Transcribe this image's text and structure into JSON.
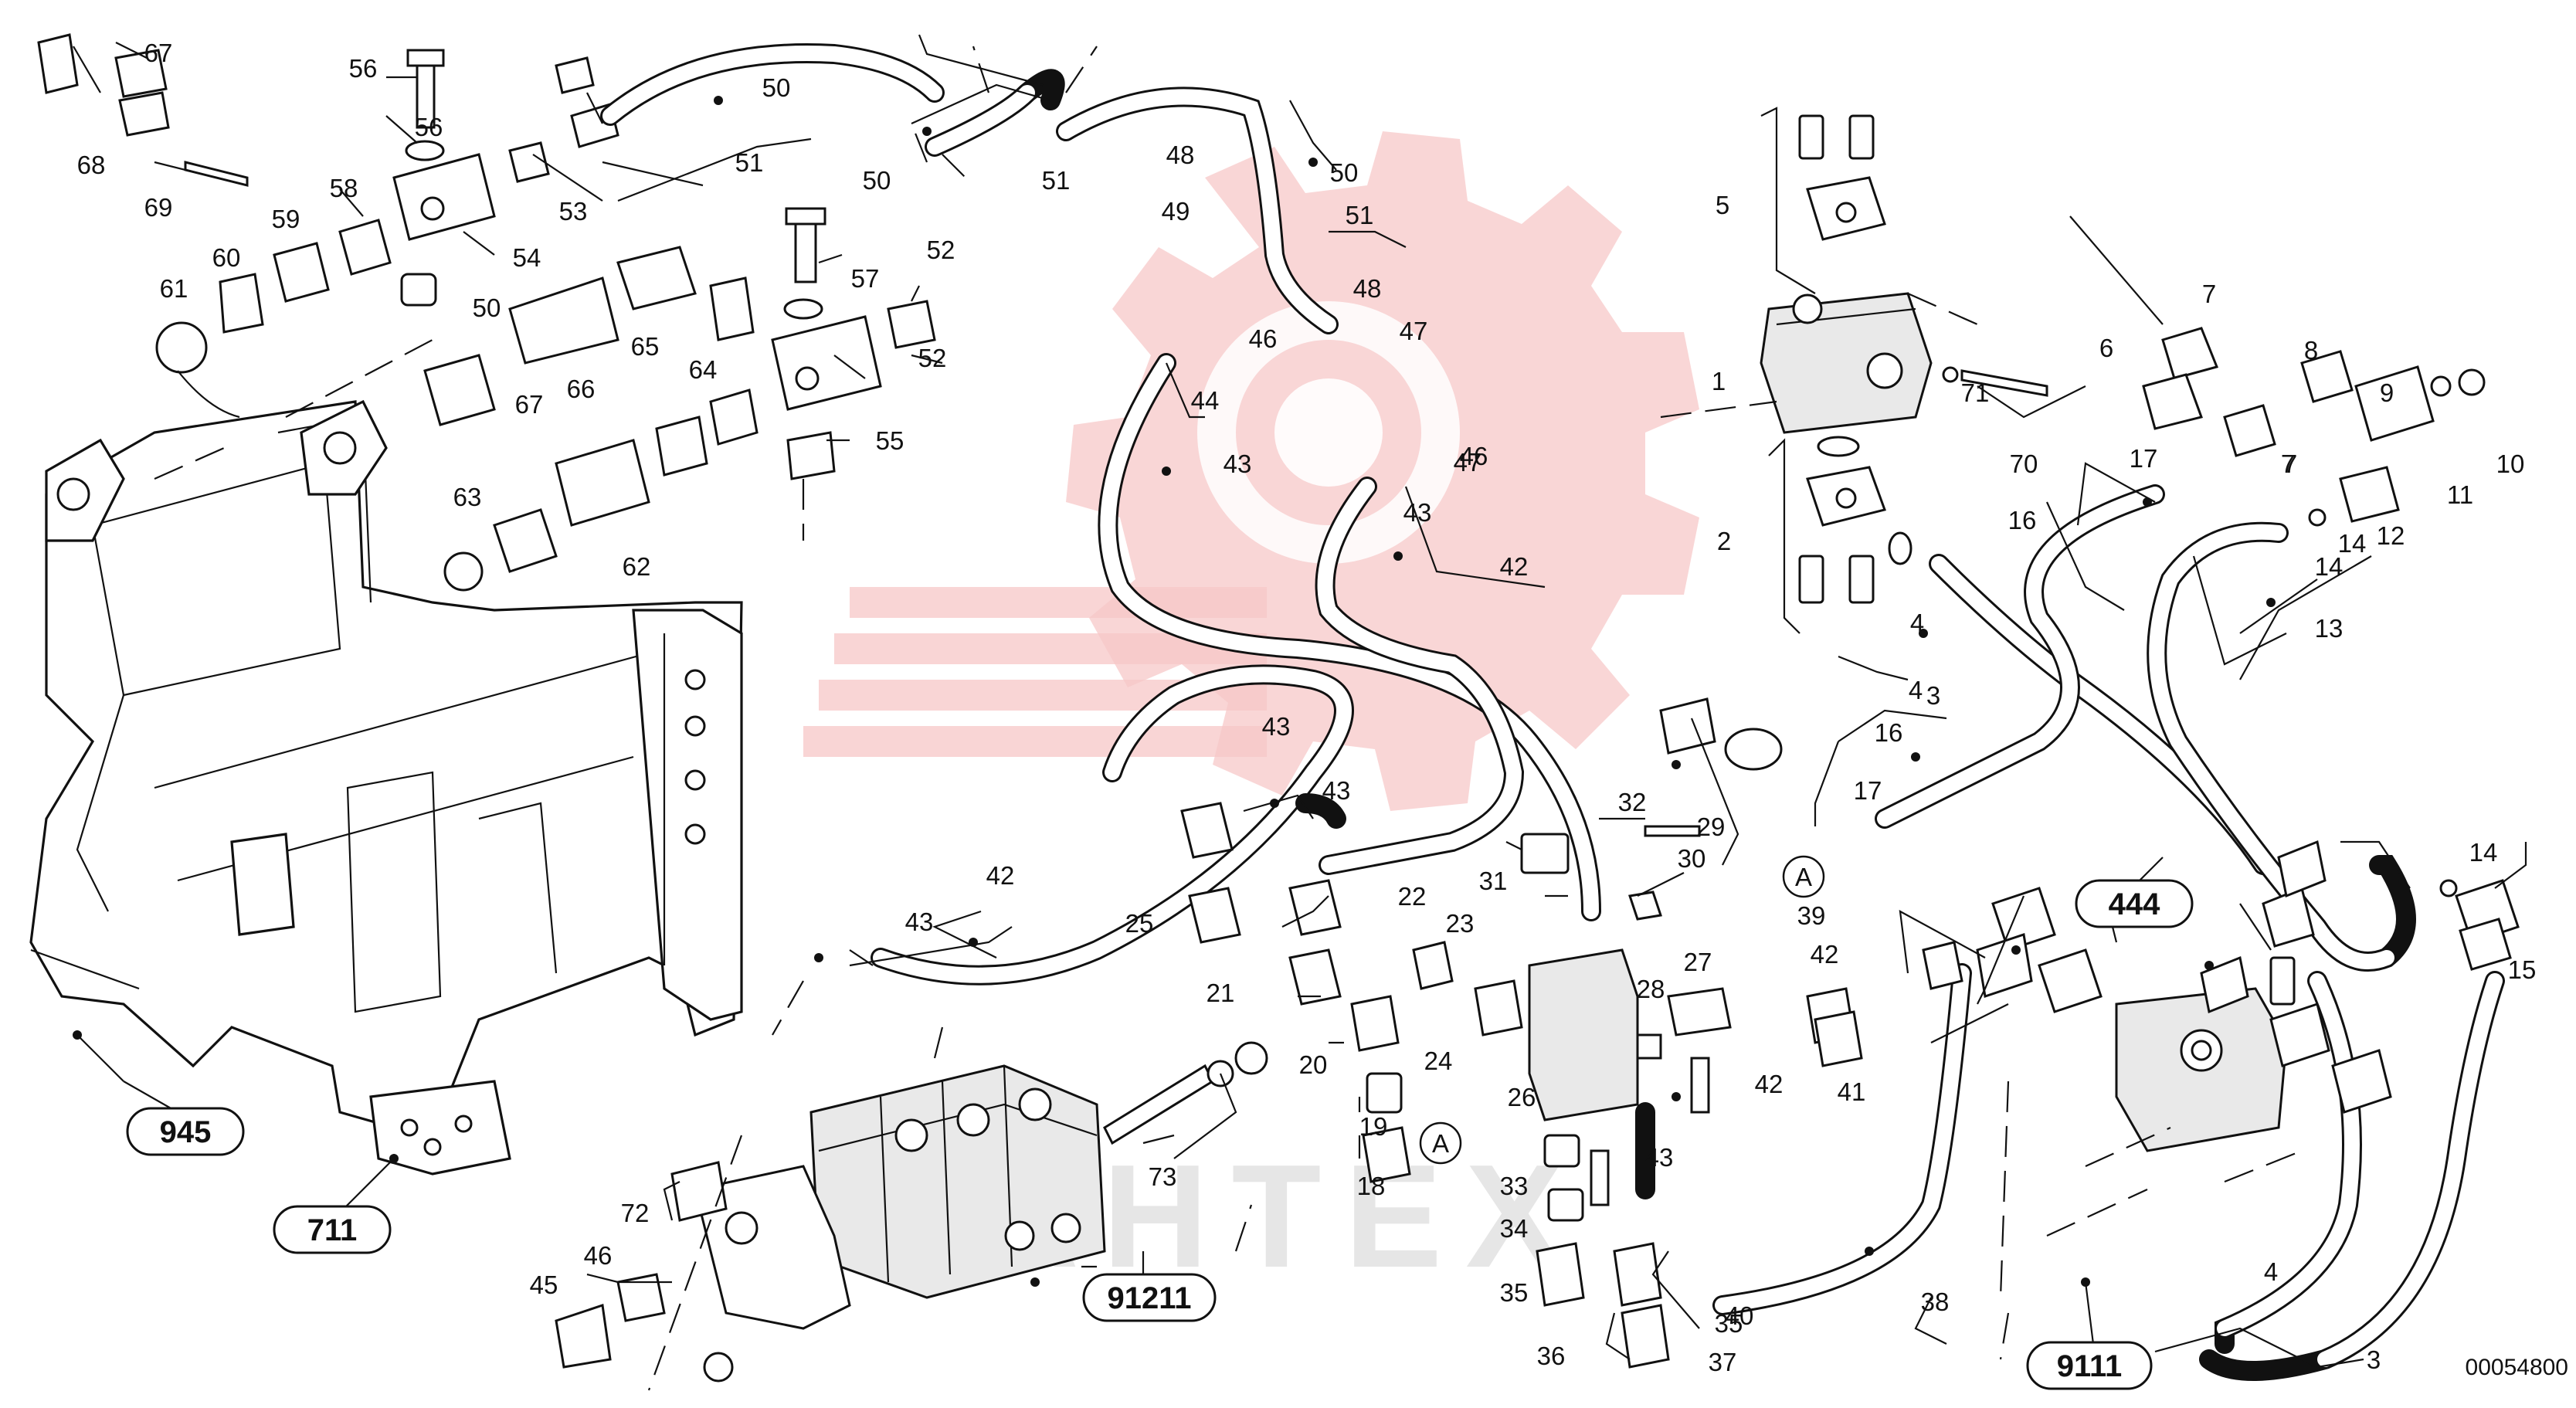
{
  "diagram": {
    "watermark": "AHTEX",
    "image_code": "00054800",
    "group_refs": [
      "945",
      "711",
      "91211",
      "444",
      "9111"
    ],
    "circle_ref": "A",
    "part_labels": [
      "1",
      "2",
      "3",
      "4",
      "5",
      "6",
      "7",
      "8",
      "9",
      "10",
      "11",
      "12",
      "13",
      "14",
      "15",
      "16",
      "17",
      "18",
      "19",
      "20",
      "21",
      "22",
      "23",
      "24",
      "25",
      "26",
      "27",
      "28",
      "29",
      "30",
      "31",
      "32",
      "33",
      "34",
      "35",
      "36",
      "37",
      "38",
      "39",
      "40",
      "41",
      "42",
      "43",
      "44",
      "45",
      "46",
      "47",
      "48",
      "49",
      "50",
      "51",
      "52",
      "53",
      "54",
      "55",
      "56",
      "57",
      "58",
      "59",
      "60",
      "61",
      "62",
      "63",
      "64",
      "65",
      "66",
      "67",
      "68",
      "69",
      "70",
      "71",
      "72",
      "73"
    ]
  }
}
